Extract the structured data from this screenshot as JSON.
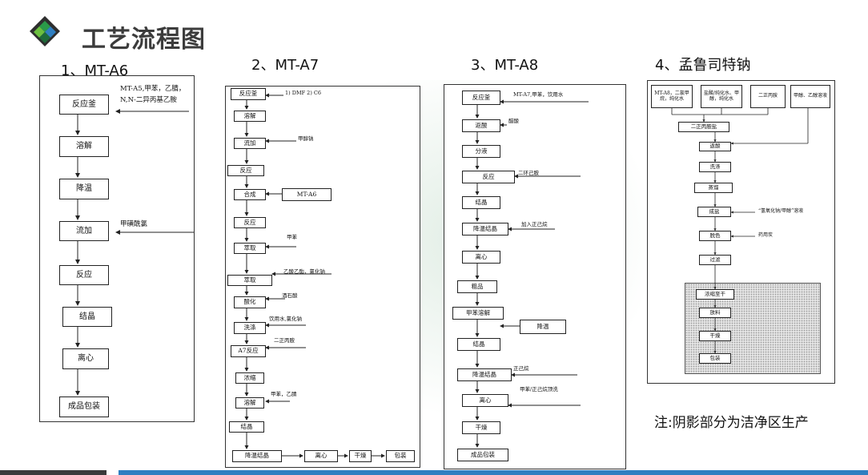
{
  "title": "工艺流程图",
  "note": "注:阴影部分为洁净区生产",
  "sections": {
    "a6": {
      "heading": "1、MT-A6",
      "steps": [
        "反应釜",
        "溶解",
        "降温",
        "流加",
        "反应",
        "结晶",
        "离心",
        "成品包装"
      ],
      "inputs": [
        "MT-A5,甲苯，乙腈，",
        "N,N-二异丙基乙胺",
        "甲磺酰氯"
      ]
    },
    "a7": {
      "heading": "2、MT-A7",
      "steps": [
        "反应釜",
        "溶解",
        "流加",
        "反应",
        "合成",
        "反应",
        "萃取",
        "萃取",
        "酸化",
        "洗涤",
        "A7反应",
        "浓缩",
        "溶解",
        "结晶",
        "降温结晶",
        "离心",
        "干燥",
        "包装"
      ],
      "inputs": [
        "1) DMF   2) C6",
        "甲醇钠",
        "MT-A6",
        "甲苯",
        "乙酸乙酯，氯化钠",
        "酒石酸",
        "饮用水,氯化钠",
        "二正丙胺",
        "甲苯，乙腈"
      ]
    },
    "a8": {
      "heading": "3、MT-A8",
      "steps": [
        "反应釜",
        "返酸",
        "分液",
        "反应",
        "结晶",
        "降温结晶",
        "离心",
        "粗品",
        "甲苯溶解",
        "降温",
        "结晶",
        "降温结晶",
        "离心",
        "干燥",
        "成品包装"
      ],
      "inputs": [
        "MT-A7,甲苯，饮用水",
        "醋酸",
        "二环己胺",
        "加入正己烷",
        "正己烷",
        "甲苯/正己烷顶洗"
      ]
    },
    "mont": {
      "heading": "4、孟鲁司特钠",
      "sources": [
        "MT-A8，二氯甲烷，纯化水",
        "盐酸/纯化水、甲醇，纯化水",
        "二正丙胺",
        "甲醇、乙醇溶液"
      ],
      "steps": [
        "二正丙胺盐",
        "返酸",
        "洗涤",
        "蒸馏",
        "成盐",
        "脱色",
        "过滤",
        "浓缩至干",
        "放料",
        "干燥",
        "包装"
      ],
      "inputs": [
        "“氢氧化钠/甲醇”溶液",
        "药用炭"
      ]
    }
  }
}
